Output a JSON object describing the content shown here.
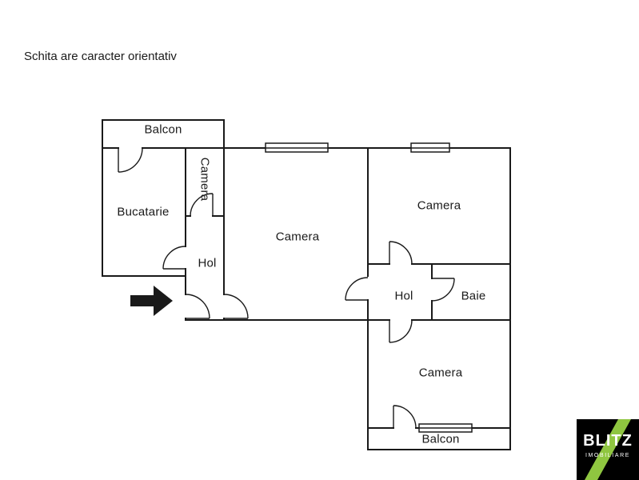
{
  "disclaimer": "Schita are caracter orientativ",
  "rooms": {
    "balcon_top": "Balcon",
    "bucatarie": "Bucatarie",
    "camera_small": "Camera",
    "camera_center": "Camera",
    "camera_top_right": "Camera",
    "hol_left": "Hol",
    "hol_right": "Hol",
    "baie": "Baie",
    "camera_bottom": "Camera",
    "balcon_bottom": "Balcon"
  },
  "logo": {
    "brand": "BLITZ",
    "subtitle": "IMOBILIARE",
    "accent_color": "#8fc640",
    "background_color": "#000000"
  },
  "colors": {
    "wall": "#1a1a1a",
    "text": "#1a1a1a",
    "background": "#ffffff"
  }
}
